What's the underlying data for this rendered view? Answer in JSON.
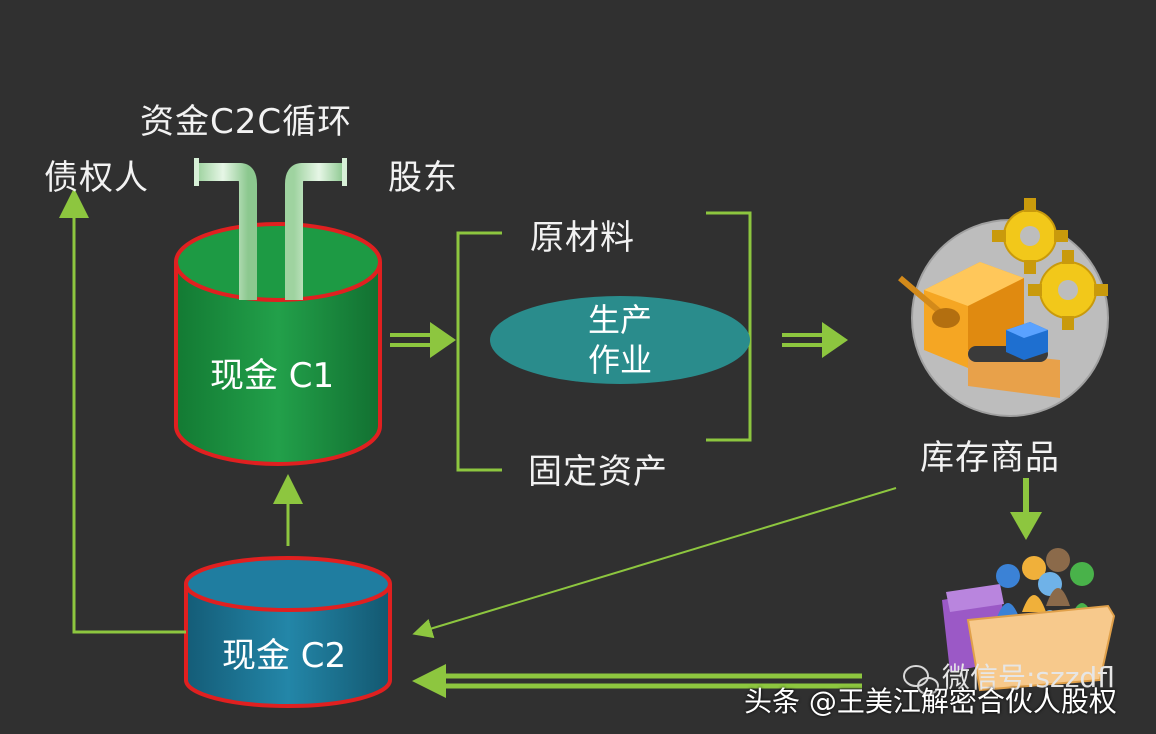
{
  "diagram": {
    "loop_label": "资金C2C循环",
    "creditors_label": "债权人",
    "shareholders_label": "股东",
    "cash_c1_label": "现金 C1",
    "cash_c2_label": "现金 C2",
    "raw_materials_label": "原材料",
    "production_line1": "生产",
    "production_line2": "作业",
    "fixed_assets_label": "固定资产",
    "inventory_label": "库存商品"
  },
  "watermarks": {
    "wechat": "微信号:szzdfl",
    "toutiao": "头条 @王美江解密合伙人股权"
  },
  "colors": {
    "background": "#303030",
    "arrow_green": "#8dc63f",
    "cylinder_green": "#1a8a3c",
    "cylinder_blue": "#1b6f8f",
    "cylinder_rim": "#e02020",
    "ellipse_teal": "#2a8c8c"
  }
}
